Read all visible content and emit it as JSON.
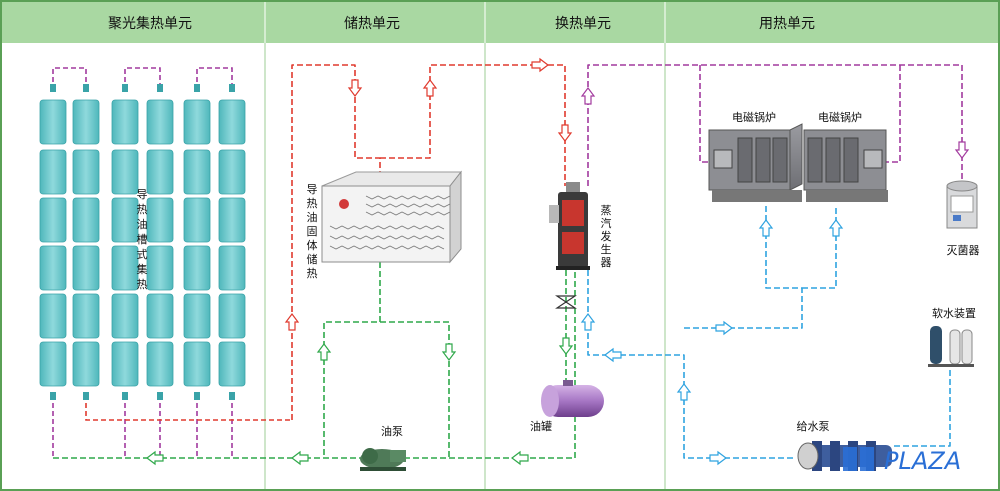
{
  "colors": {
    "header_band": "#a9d8a2",
    "border": "#5aa055",
    "divider": "#9ccc96",
    "oil_hot": "#e03a2e",
    "oil_return": "#2fa84a",
    "water": "#2fa3e0",
    "collector_loop": "#a23a9e",
    "collector_panel": "#6ec9cc",
    "collector_panel_dark": "#3aa3a8"
  },
  "sections": [
    {
      "title": "聚光集热单元"
    },
    {
      "title": "储热单元"
    },
    {
      "title": "换热单元"
    },
    {
      "title": "用热单元"
    }
  ],
  "labels": {
    "collector": "导热油槽式集热",
    "storage": "导热油固体储热",
    "steam_generator": "蒸汽发生器",
    "boiler_1": "电磁锅炉",
    "boiler_2": "电磁锅炉",
    "sterilizer": "灭菌器",
    "softener": "软水装置",
    "feed_pump": "给水泵",
    "oil_pump": "油泵",
    "oil_tank": "油罐"
  },
  "watermark": {
    "text": "PLAZA"
  }
}
